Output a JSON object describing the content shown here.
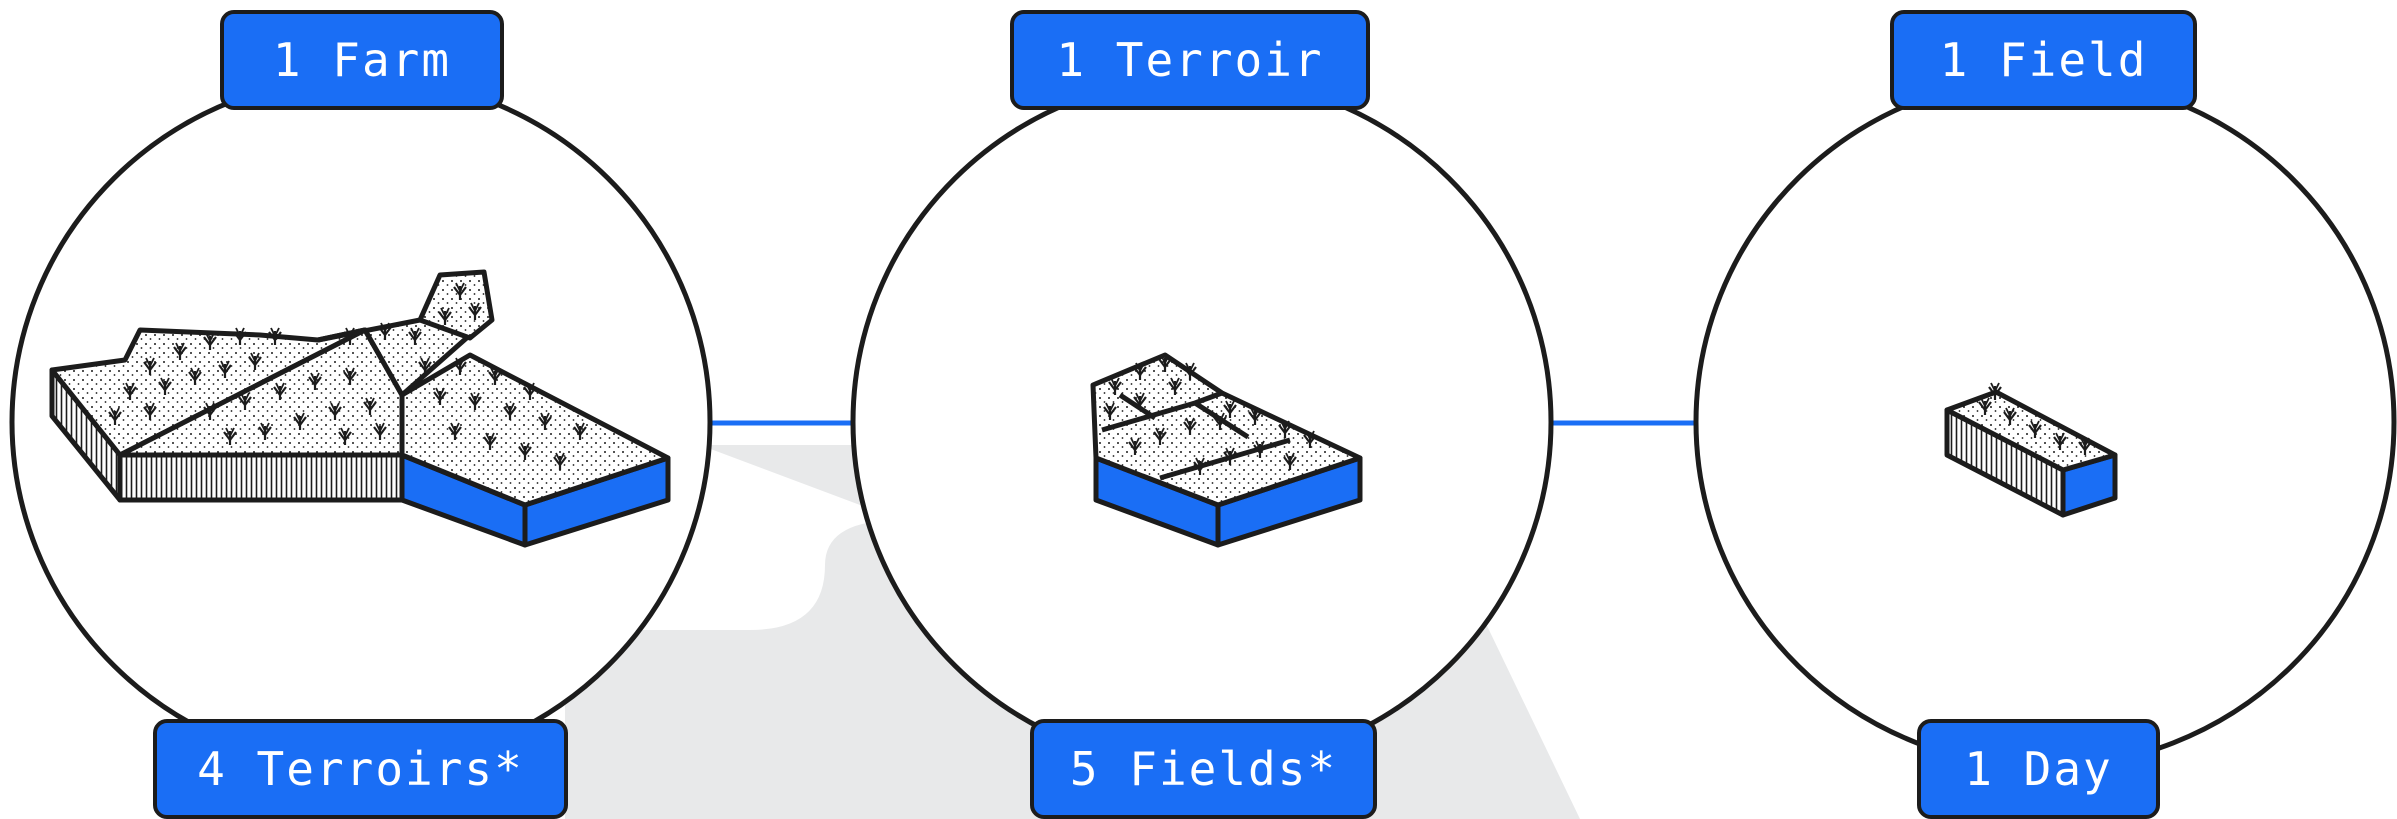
{
  "colors": {
    "accent": "#1A6EF5",
    "ink": "#1c1c1c",
    "background_shape": "#e8e9ea",
    "connector": "#1A6EF5"
  },
  "panels": [
    {
      "id": "farm",
      "top_label": "1 Farm",
      "bottom_label": "4 Terroirs*"
    },
    {
      "id": "terroir",
      "top_label": "1 Terroir",
      "bottom_label": "5 Fields*"
    },
    {
      "id": "field",
      "top_label": "1 Field",
      "bottom_label": "1 Day"
    }
  ]
}
